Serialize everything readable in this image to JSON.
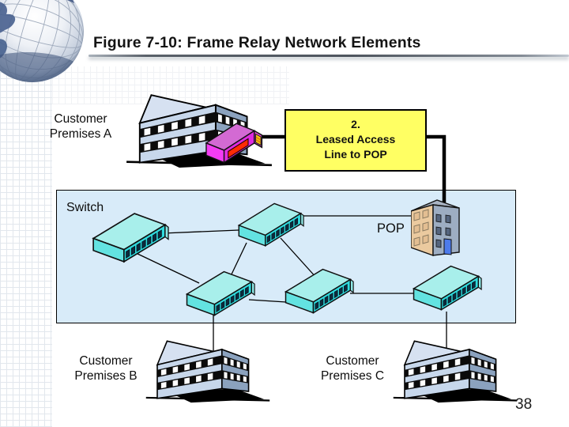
{
  "slide": {
    "title": "Figure 7-10: Frame Relay Network Elements",
    "page_number": "38"
  },
  "callout": {
    "lines": [
      "2.",
      "Leased Access",
      "Line to POP"
    ]
  },
  "labels": {
    "premises_a": [
      "Customer",
      "Premises A"
    ],
    "premises_b": [
      "Customer",
      "Premises B"
    ],
    "premises_c": [
      "Customer",
      "Premises C"
    ],
    "switch": "Switch",
    "pop": "POP"
  },
  "colors": {
    "callout_fill": "#FFFF63",
    "cloud_fill": "#D8EBF9",
    "switch_cyan": "#30DBDE",
    "device_magenta": "#DF2BDF",
    "device_panel_red": "#FF2B06",
    "device_panel_yellow": "#F2C513",
    "building_steel": "#C7D7EB",
    "pop_tan": "#EBCA9F",
    "line_black": "#000000"
  }
}
